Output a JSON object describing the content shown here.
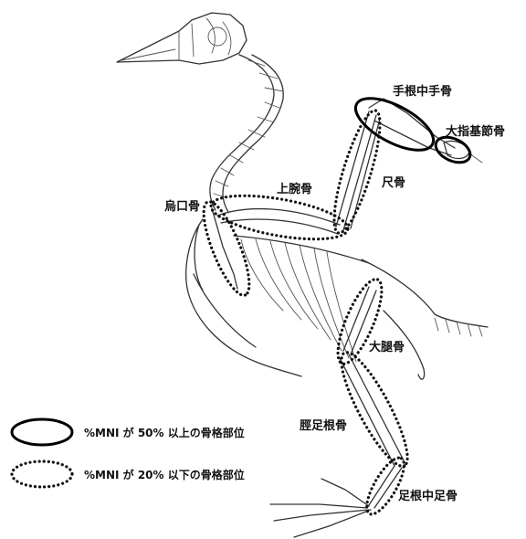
{
  "labels": {
    "carpometacarpus": "手根中手骨",
    "phalanx": "大指基節骨",
    "ulna": "尺骨",
    "humerus": "上腕骨",
    "coracoid": "烏口骨",
    "femur": "大腿骨",
    "tibiotarsus": "脛足根骨",
    "tarsometatarsus": "足根中足骨"
  },
  "legend": [
    {
      "style": "solid",
      "text": "%MNI が 50% 以上の骨格部位"
    },
    {
      "style": "dotted",
      "text": "%MNI が 20% 以下の骨格部位"
    }
  ],
  "colors": {
    "ink": "#111111",
    "background": "#ffffff"
  }
}
